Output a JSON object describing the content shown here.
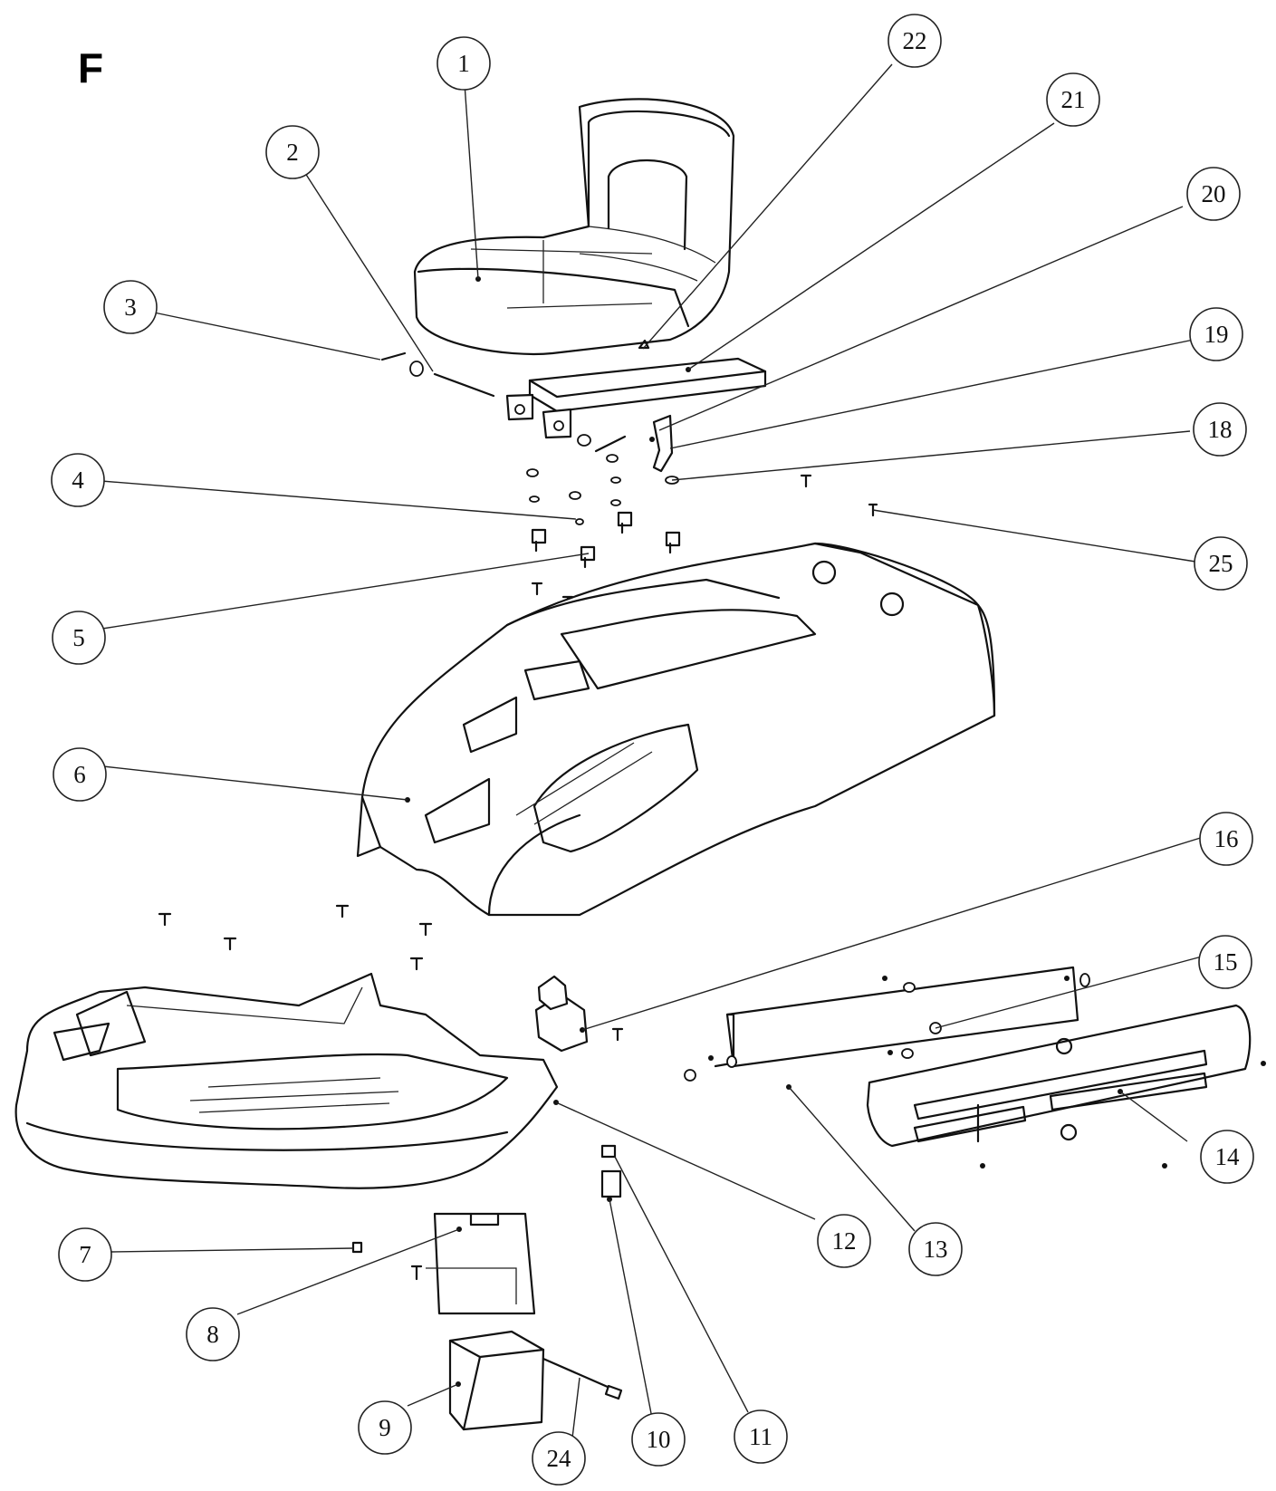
{
  "section_letter": "F",
  "callouts": [
    {
      "id": "1",
      "label": "1"
    },
    {
      "id": "2",
      "label": "2"
    },
    {
      "id": "3",
      "label": "3"
    },
    {
      "id": "4",
      "label": "4"
    },
    {
      "id": "5",
      "label": "5"
    },
    {
      "id": "6",
      "label": "6"
    },
    {
      "id": "7",
      "label": "7"
    },
    {
      "id": "8",
      "label": "8"
    },
    {
      "id": "9",
      "label": "9"
    },
    {
      "id": "10",
      "label": "10"
    },
    {
      "id": "11",
      "label": "11"
    },
    {
      "id": "12",
      "label": "12"
    },
    {
      "id": "13",
      "label": "13"
    },
    {
      "id": "14",
      "label": "14"
    },
    {
      "id": "15",
      "label": "15"
    },
    {
      "id": "16",
      "label": "16"
    },
    {
      "id": "18",
      "label": "18"
    },
    {
      "id": "19",
      "label": "19"
    },
    {
      "id": "20",
      "label": "20"
    },
    {
      "id": "21",
      "label": "21"
    },
    {
      "id": "22",
      "label": "22"
    },
    {
      "id": "24",
      "label": "24"
    },
    {
      "id": "25",
      "label": "25"
    }
  ]
}
